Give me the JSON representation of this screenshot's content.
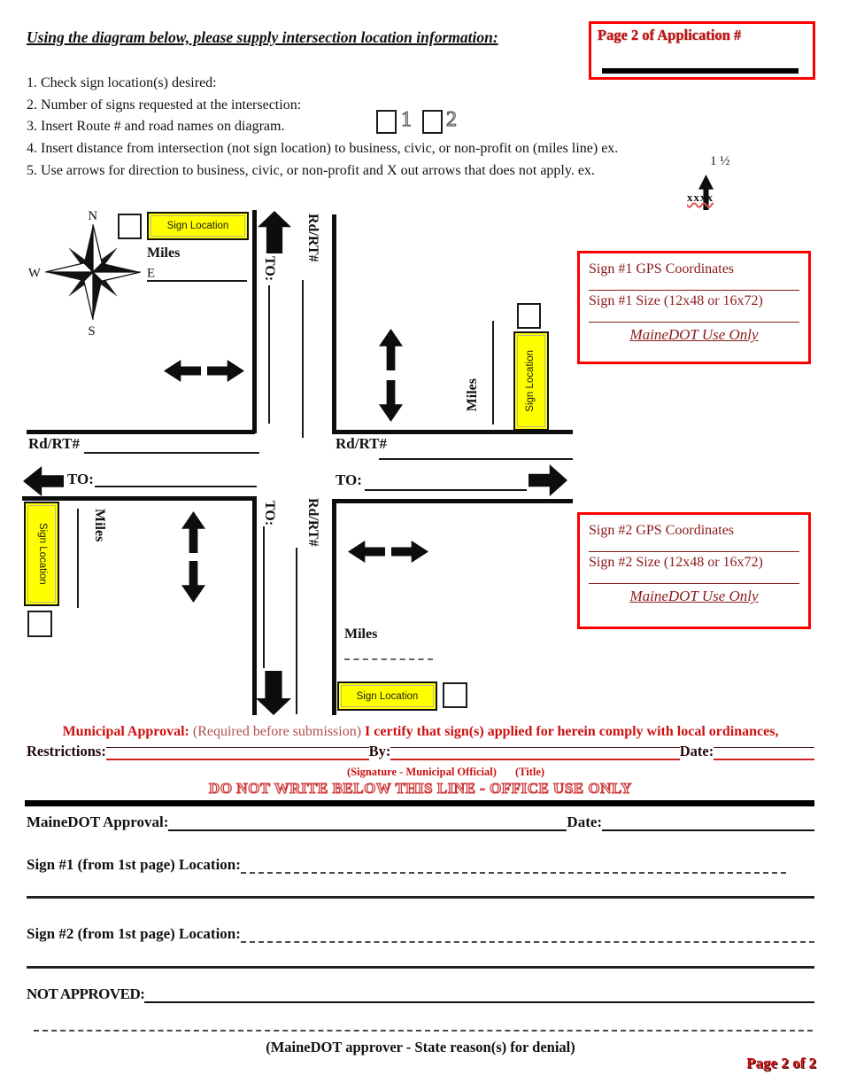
{
  "header": {
    "title": "Using the diagram below, please supply intersection location information:",
    "application_box_label": "Page 2 of Application #"
  },
  "instructions": [
    "1. Check sign location(s) desired:",
    "2. Number of signs requested at the intersection:",
    "3. Insert Route # and road names on diagram.",
    "4. Insert distance from intersection (not sign location) to business, civic, or non-profit on (miles line) ex.",
    "5. Use arrows for direction to business, civic, or non-profit and X out arrows that does not apply. ex."
  ],
  "sign_count_options": [
    "1",
    "2"
  ],
  "examples": {
    "miles_value": "1 ½",
    "x_out": "xxxx"
  },
  "compass": {
    "north": "N",
    "south": "S",
    "east": "E",
    "west": "W"
  },
  "diagram": {
    "sign_location_label": "Sign Location",
    "miles_label": "Miles",
    "to_label": "TO:",
    "road_label": "Rd/RT#"
  },
  "sign1_box": {
    "gps_label": "Sign #1 GPS Coordinates",
    "size_label": "Sign #1 Size (12x48 or 16x72)",
    "use_only_label": "MaineDOT Use Only"
  },
  "sign2_box": {
    "gps_label": "Sign #2 GPS Coordinates",
    "size_label": "Sign #2 Size (12x48 or 16x72)",
    "use_only_label": "MaineDOT Use Only"
  },
  "municipal": {
    "approval_label": "Municipal Approval:",
    "required_note": " (Required before submission) ",
    "certify_text": "I certify that sign(s) applied for herein comply with local ordinances,",
    "restrictions_label": "Restrictions:",
    "by_label": "By:",
    "date_label": "Date:",
    "signature_note": "(Signature - Municipal Official)",
    "title_note": "(Title)",
    "office_only_banner": "DO NOT WRITE BELOW THIS LINE - OFFICE USE ONLY"
  },
  "office": {
    "approval_label": "MaineDOT Approval:",
    "date_label": "Date:",
    "sign1_location_label": "Sign #1 (from 1st page) Location:",
    "sign2_location_label": "Sign #2 (from 1st page) Location:",
    "not_approved_label": "NOT APPROVED:",
    "denial_note": "(MaineDOT approver - State reason(s) for denial)",
    "page_footer": "Page 2 of  2"
  },
  "colors": {
    "box_red": "#ff0000",
    "text_red": "#cc1111",
    "maroon": "#8b1a1a",
    "sign_yellow": "#ffff00"
  }
}
